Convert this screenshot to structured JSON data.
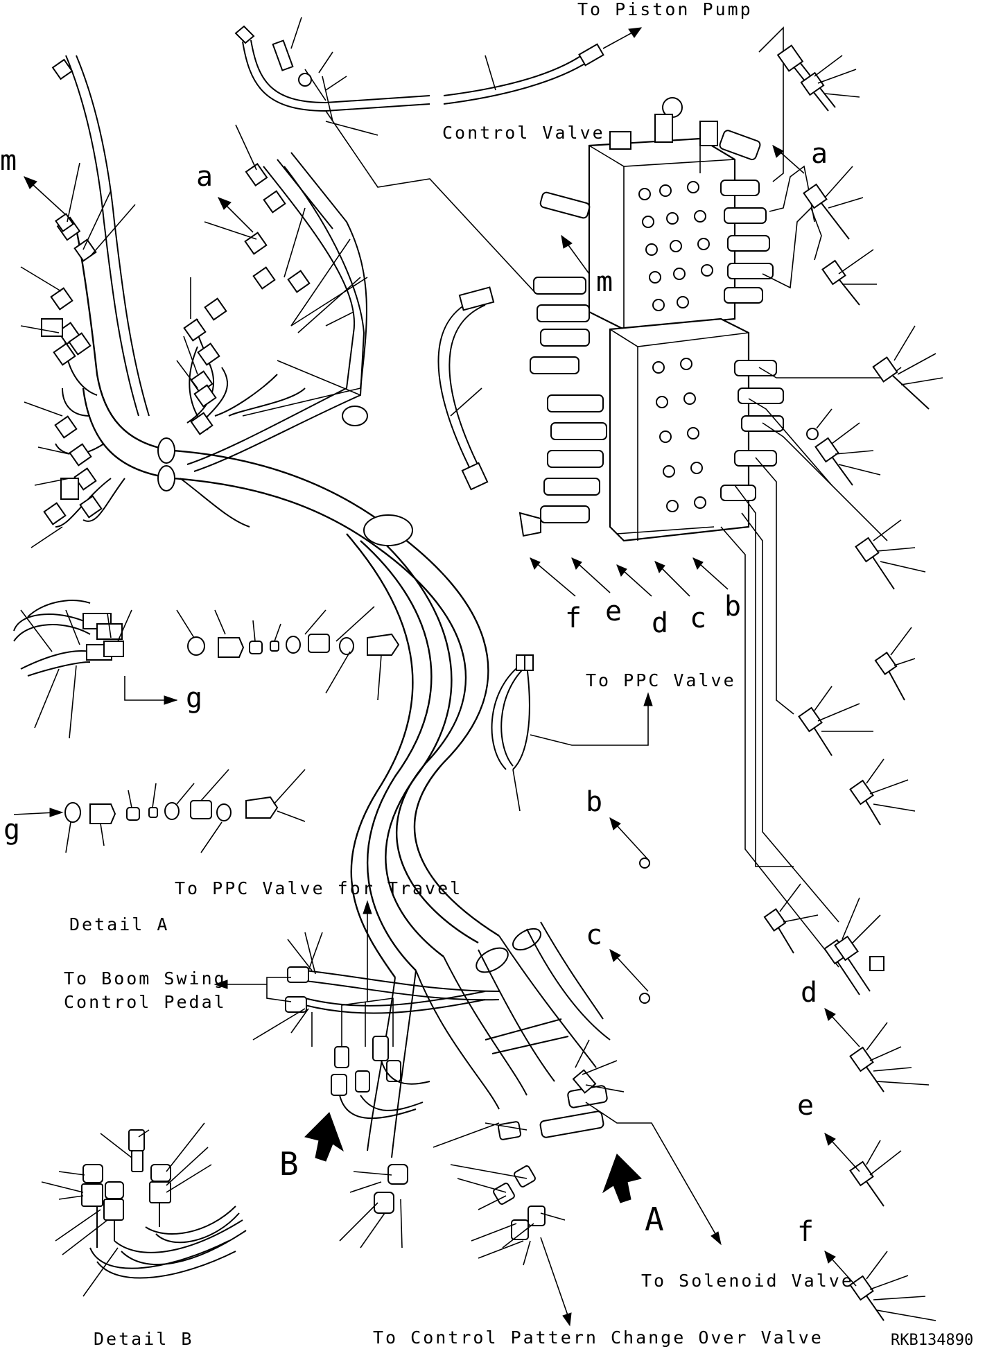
{
  "labels": {
    "to_piston_pump": "To Piston Pump",
    "control_valve": "Control Valve",
    "to_ppc_valve": "To PPC Valve",
    "to_ppc_valve_travel": "To PPC Valve for Travel",
    "to_boom_swing_1": "To Boom Swing",
    "to_boom_swing_2": "Control Pedal",
    "detail_a": "Detail A",
    "detail_b": "Detail B",
    "to_solenoid_valve": "To Solenoid Valve",
    "to_control_pattern": "To Control Pattern Change Over Valve",
    "ref_code": "RKB134890"
  },
  "letters": {
    "m_left": "m",
    "a_top": "a",
    "a_right": "a",
    "m_mid": "m",
    "f": "f",
    "e": "e",
    "d": "d",
    "c": "c",
    "b": "b",
    "g_top": "g",
    "g_left": "g",
    "b_right": "b",
    "c_right": "c",
    "d_right": "d",
    "e_right": "e",
    "f_right": "f",
    "big_a": "A",
    "big_b": "B"
  }
}
